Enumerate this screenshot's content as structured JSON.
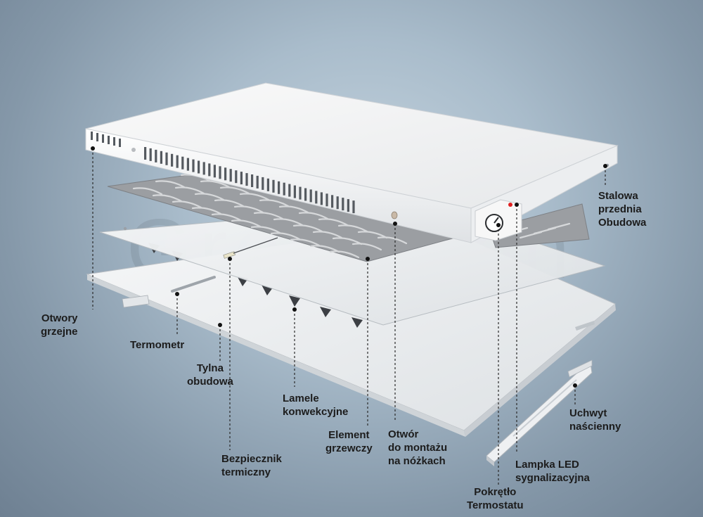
{
  "watermark": "Grosmann",
  "labels": {
    "otwory": [
      "Otwory",
      "grzejne"
    ],
    "termometr": [
      "Termometr"
    ],
    "tylna": [
      "Tylna",
      "obudowa"
    ],
    "lamele": [
      "Lamele",
      "konwekcyjne"
    ],
    "element": [
      "Element",
      "grzewczy"
    ],
    "otwor": [
      "Otwór",
      "do montażu",
      "na nóżkach"
    ],
    "bezpiecznik": [
      "Bezpiecznik",
      "termiczny"
    ],
    "stalowa": [
      "Stalowa",
      "przednia",
      "Obudowa"
    ],
    "uchwyt": [
      "Uchwyt",
      "naścienny"
    ],
    "lampka": [
      "Lampka LED",
      "sygnalizacyjna"
    ],
    "pokretlo": [
      "Pokrętło",
      "Termostatu"
    ]
  },
  "colors": {
    "housing": "#f4f4f4",
    "element_band": "#9b9ea2",
    "led": "#e02020",
    "leader": "#2a2a2a"
  }
}
